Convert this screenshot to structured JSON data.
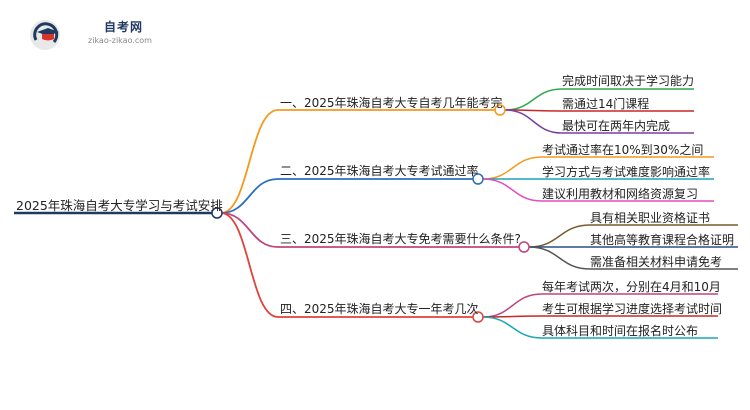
{
  "logo": {
    "title": "自考网",
    "url": "zikao-zikao.com",
    "icon": "mortarboard-icon",
    "colors": {
      "dark": "#1f3a5f",
      "red": "#d9342b",
      "light": "#e8e8e8"
    }
  },
  "mindmap": {
    "root": "2025年珠海自考大专学习与考试安排",
    "root_color": "#1f3a5f",
    "branches": [
      {
        "label": "一、2025年珠海自考大专自考几年能考完",
        "color": "#f39a1e",
        "children": [
          {
            "label": "完成时间取决于学习能力",
            "color": "#2ea84f"
          },
          {
            "label": "需通过14门课程",
            "color": "#c62828"
          },
          {
            "label": "最快可在两年内完成",
            "color": "#7b3fa0"
          }
        ]
      },
      {
        "label": "二、2025年珠海自考大专考试通过率",
        "color": "#2b6fbe",
        "children": [
          {
            "label": "考试通过率在10%到30%之间",
            "color": "#f39a1e"
          },
          {
            "label": "学习方式与考试难度影响通过率",
            "color": "#18a5b8"
          },
          {
            "label": "建议利用教材和网络资源复习",
            "color": "#e24fc0"
          }
        ]
      },
      {
        "label": "三、2025年珠海自考大专免考需要什么条件?",
        "color": "#c0447f",
        "children": [
          {
            "label": "具有相关职业资格证书",
            "color": "#7a5a2b"
          },
          {
            "label": "其他高等教育课程合格证明",
            "color": "#2b4f8a"
          },
          {
            "label": "需准备相关材料申请免考",
            "color": "#555555"
          }
        ]
      },
      {
        "label": "四、2025年珠海自考大专一年考几次",
        "color": "#e0433a",
        "children": [
          {
            "label": "每年考试两次，分别在4月和10月",
            "color": "#c0447f"
          },
          {
            "label": "考生可根据学习进度选择考试时间",
            "color": "#c62828"
          },
          {
            "label": "具体科目和时间在报名时公布",
            "color": "#18a5b8"
          }
        ]
      }
    ]
  }
}
